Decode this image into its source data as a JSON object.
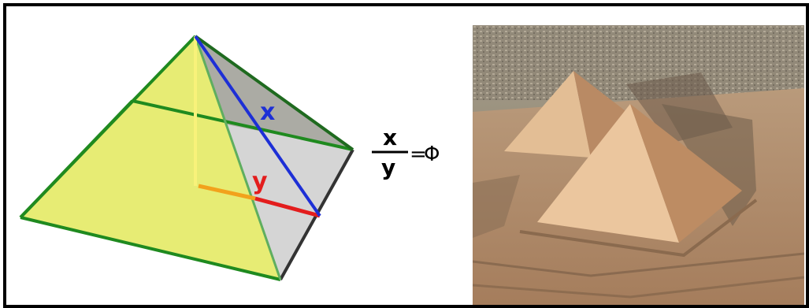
{
  "diagram": {
    "label_x": "x",
    "label_y": "y",
    "colors": {
      "face_front": "#e7ec74",
      "face_right": "#d8d8d8",
      "face_back": "#8c8c80",
      "edge_green": "#1f8a1f",
      "slant_blue": "#1d2fd6",
      "inner_red": "#e31d1d",
      "inner_orange": "#f2a21c",
      "axis_yellow": "#f8f27a"
    }
  },
  "formula": {
    "numerator": "x",
    "denominator": "y",
    "equals": "=",
    "phi": "Φ"
  },
  "photo": {
    "colors": {
      "sky_haze": "#b9b09c",
      "desert": "#c9a37e",
      "pyramid_lit": "#e9c49b",
      "pyramid_shade": "#b7855f",
      "city": "#8f8676"
    }
  }
}
